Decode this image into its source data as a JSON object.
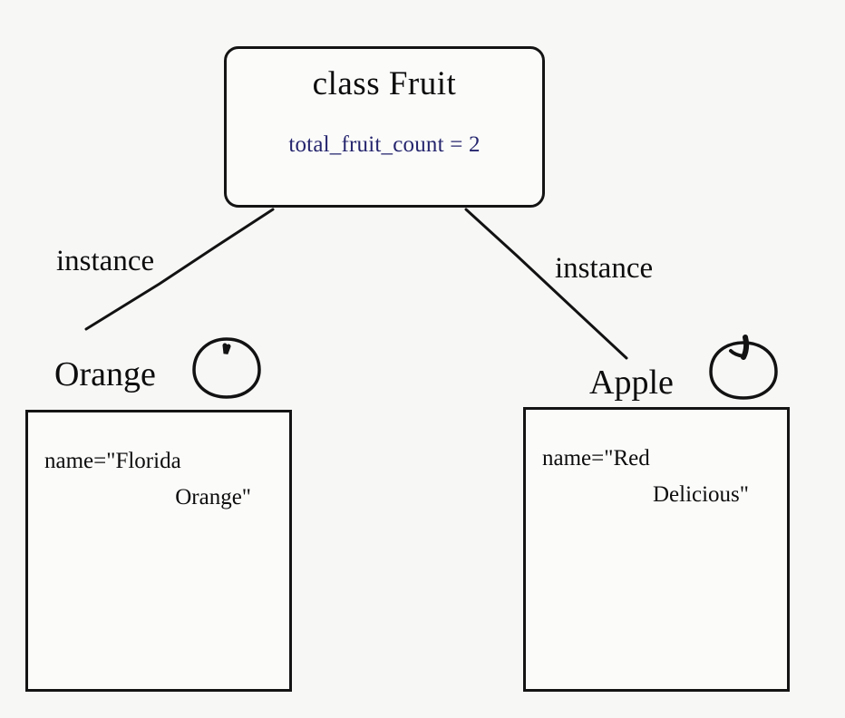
{
  "diagram": {
    "class_node": {
      "title": "class Fruit",
      "attribute": "total_fruit_count = 2",
      "attribute_color": "#25256e",
      "border_color": "#141414"
    },
    "edges": [
      {
        "label": "instance",
        "from": "class Fruit",
        "to": "Orange"
      },
      {
        "label": "instance",
        "from": "class Fruit",
        "to": "Apple"
      }
    ],
    "instances": [
      {
        "title": "Orange",
        "icon": "orange-fruit-icon",
        "attribute_line_1": "name=\"Florida",
        "attribute_line_2": "Orange\""
      },
      {
        "title": "Apple",
        "icon": "apple-fruit-icon",
        "attribute_line_1": "name=\"Red",
        "attribute_line_2": "Delicious\""
      }
    ],
    "background_color": "#f7f7f6"
  }
}
